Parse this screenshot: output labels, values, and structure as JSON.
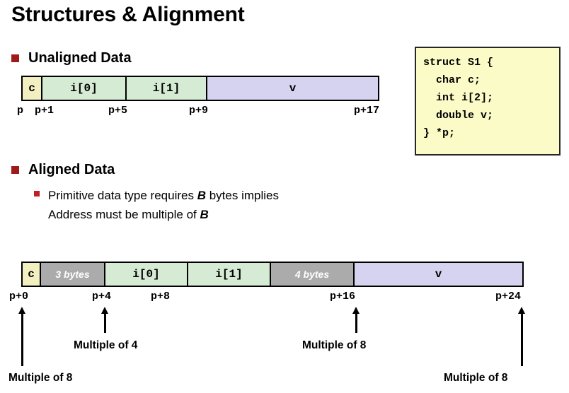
{
  "slide": {
    "title": "Structures & Alignment",
    "sections": [
      {
        "label": "Unaligned Data"
      },
      {
        "label": "Aligned Data"
      }
    ],
    "sub_bullets": [
      {
        "line1_pre": "Primitive data type requires ",
        "line1_em": "B",
        "line1_post": " bytes implies",
        "line2_pre": "Address must be multiple of ",
        "line2_em": "B",
        "line2_post": ""
      }
    ]
  },
  "code_block": {
    "language": "c",
    "text": "struct S1 {\n  char c;\n  int i[2];\n  double v;\n} *p;",
    "background": "#FBFBC8",
    "border": "#262626"
  },
  "unaligned_diagram": {
    "cells": [
      {
        "label": "c",
        "color": "#F2F0C0",
        "kind": "field"
      },
      {
        "label": "i[0]",
        "color": "#D6EBD3",
        "kind": "field"
      },
      {
        "label": "i[1]",
        "color": "#D6EBD3",
        "kind": "field"
      },
      {
        "label": "v",
        "color": "#D5D3EF",
        "kind": "field"
      }
    ],
    "ticks": [
      "p",
      "p+1",
      "p+5",
      "p+9",
      "p+17"
    ]
  },
  "aligned_diagram": {
    "cells": [
      {
        "label": "c",
        "color": "#F2F0C0",
        "kind": "field"
      },
      {
        "label": "3 bytes",
        "color": "#ABABAB",
        "kind": "padding"
      },
      {
        "label": "i[0]",
        "color": "#D6EBD3",
        "kind": "field"
      },
      {
        "label": "i[1]",
        "color": "#D6EBD3",
        "kind": "field"
      },
      {
        "label": "4 bytes",
        "color": "#ABABAB",
        "kind": "padding"
      },
      {
        "label": "v",
        "color": "#D5D3EF",
        "kind": "field"
      }
    ],
    "ticks": [
      "p+0",
      "p+4",
      "p+8",
      "p+16",
      "p+24"
    ],
    "annotations": [
      {
        "text": "Multiple of 8"
      },
      {
        "text": "Multiple of 4"
      },
      {
        "text": "Multiple of 8"
      },
      {
        "text": "Multiple of 8"
      }
    ]
  },
  "colors": {
    "bullet_primary": "#9E1B1B",
    "bullet_secondary": "#C0201F",
    "field_char": "#F2F0C0",
    "field_int": "#D6EBD3",
    "field_double": "#D5D3EF",
    "padding": "#ABABAB",
    "outline": "#000000"
  }
}
